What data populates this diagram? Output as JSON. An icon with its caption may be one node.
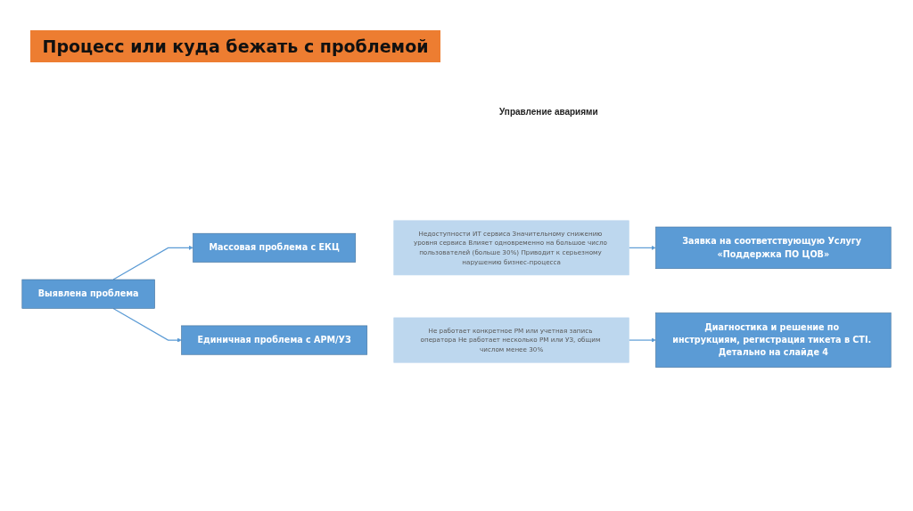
{
  "diagram": {
    "title": "Процесс или куда бежать с проблемой",
    "nodes": [
      {
        "text": [
          "Выявлена проблема"
        ]
      },
      {
        "text": [
          "Массовая проблема с ЕКЦ"
        ]
      },
      {
        "text": [
          "Недоступности ИТ сервиса Значительному снижению уровня сервиса Влияет одновременно на большое число пользователей (больше 30%) Приводит к серьезному нарушению бизнес-процесса"
        ]
      },
      {
        "text": [
          "Заявка на соответствующую Услугу «Поддержка ПО ЦОВ»"
        ]
      },
      {
        "text": [
          "Единичная проблема с АРМ/УЗ"
        ]
      },
      {
        "text": [
          "Не работает конкретное РМ или учетная запись оператора Не работает несколько РМ или УЗ, общим числом менее 30%"
        ]
      },
      {
        "text": [
          "Диагностика и решение по инструкциям, регистрация тикета в CTI. Детально на слайде 4"
        ]
      }
    ],
    "edges": [
      {
        "from": 0,
        "to": 1,
        "arrow": "to"
      },
      {
        "from": 2,
        "to": 3,
        "arrow": "to"
      },
      {
        "from": 0,
        "to": 4,
        "arrow": "to"
      },
      {
        "from": 5,
        "to": 6,
        "arrow": "to"
      }
    ],
    "labels": [
      "Управление авариями"
    ]
  }
}
